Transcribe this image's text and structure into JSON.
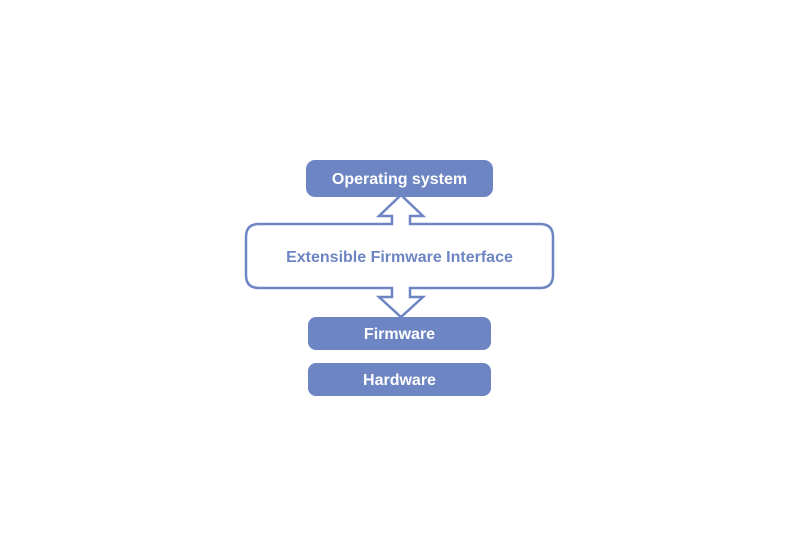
{
  "colors": {
    "fill": "#6e85c3",
    "stroke": "#6e85c3",
    "text_on_fill": "#ffffff",
    "text_on_white": "#6e85c3",
    "background": "#ffffff"
  },
  "diagram": {
    "os_label": "Operating system",
    "efi_label": "Extensible Firmware Interface",
    "firmware_label": "Firmware",
    "hardware_label": "Hardware"
  }
}
